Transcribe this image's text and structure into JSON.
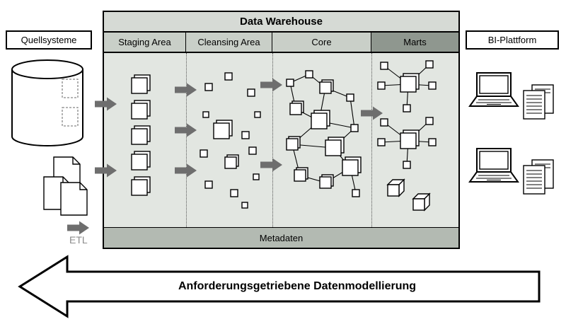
{
  "diagram": {
    "title": "Data Warehouse",
    "source_panel": {
      "label": "Quellsysteme"
    },
    "bi_panel": {
      "label": "BI-Plattform"
    },
    "columns": [
      {
        "label": "Staging Area"
      },
      {
        "label": "Cleansing Area"
      },
      {
        "label": "Core"
      },
      {
        "label": "Marts"
      }
    ],
    "metadata_label": "Metadaten",
    "etl_label": "ETL",
    "bottom_arrow_label": "Anforderungsgetriebene Datenmodellierung"
  },
  "icons": {
    "database-icon": "cylinder",
    "documents-icon": "stacked-pages-with-folded-corner",
    "laptop-icon": "computer-with-keyboard",
    "report-stack-icon": "lined-pages",
    "cube-icon": "3d-cube",
    "flow-arrow-icon": "gray-right-arrow",
    "star-schema-icon": "center-square-with-satellite-squares",
    "bottom-arrow-shape": "large-left-pointing-outline-arrow"
  },
  "colors": {
    "dw_title_bg": "#d6dad5",
    "column_header_bg": "#c9cfc8",
    "marts_header_bg": "#8f978f",
    "body_bg": "#e2e6e1",
    "metadata_bg": "#b3bab2",
    "flow_arrow_gray": "#6e6e6e",
    "etl_text_gray": "#8b8b8b",
    "outline": "#000000"
  }
}
